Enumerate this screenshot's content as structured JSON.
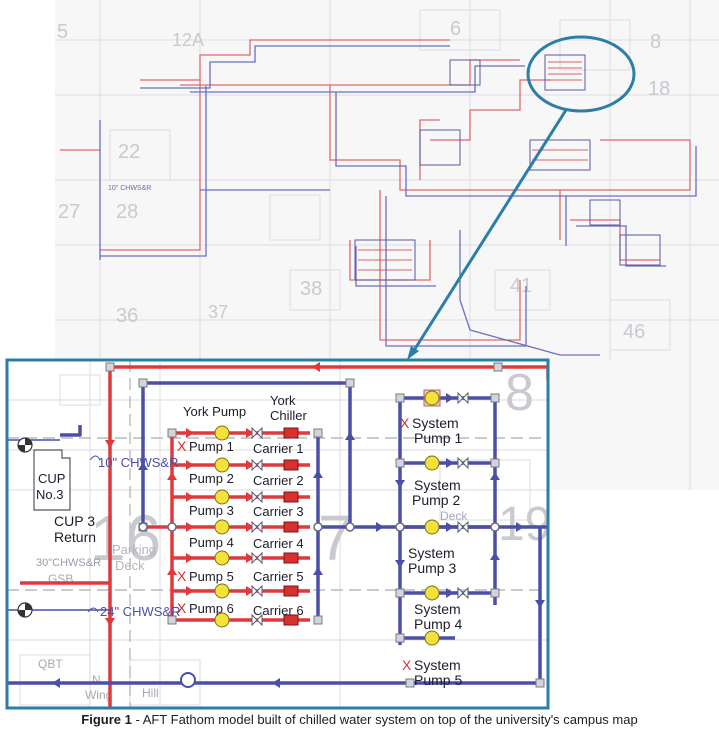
{
  "campus_map": {
    "block_numbers": [
      "5",
      "12A",
      "6",
      "8",
      "18",
      "22",
      "27",
      "28",
      "38",
      "41",
      "36",
      "46",
      "37"
    ],
    "pipe_tag": "10\" CHWS&R"
  },
  "detail": {
    "header_labels": {
      "york_pump": "York Pump",
      "york": "York",
      "chiller": "Chiller"
    },
    "pumps": [
      "Pump 1",
      "Pump 2",
      "Pump 3",
      "Pump 4",
      "Pump 5",
      "Pump 6"
    ],
    "carriers": [
      "Carrier 1",
      "Carrier 2",
      "Carrier 3",
      "Carrier 4",
      "Carrier 5",
      "Carrier 6"
    ],
    "system_pumps": [
      {
        "line1": "System",
        "line2": "Pump 1"
      },
      {
        "line1": "System",
        "line2": "Pump 2"
      },
      {
        "line1": "System",
        "line2": "Pump 3"
      },
      {
        "line1": "System",
        "line2": "Pump 4"
      },
      {
        "line1": "System",
        "line2": "Pump 5"
      }
    ],
    "off_marker": "X",
    "cup_building": {
      "line1": "CUP",
      "line2": "No.3"
    },
    "cup_return": {
      "line1": "CUP 3",
      "line2": "Return"
    },
    "pipe_tags": {
      "chwsr_10": "10\" CHWS&R",
      "chwsr_24": "24\" CHWS&R",
      "chwsr_30": "30\"CHWS&R"
    },
    "map_labels": {
      "parking_deck": {
        "line1": "Parking",
        "line2": "Deck"
      },
      "gsb": "GSB",
      "qbt": "QBT",
      "nw": "N",
      "wing": "Wing",
      "hill": "Hill",
      "deck": "Deck",
      "num16": "16",
      "num7": "7",
      "num8": "8",
      "num19": "19"
    }
  },
  "caption": {
    "label": "Figure 1",
    "text": " - AFT Fathom model built of chilled water system on top of the university's campus map"
  },
  "colors": {
    "supply_red": "#e0393b",
    "return_blue": "#4a4fa8",
    "detail_border": "#2b7ea6",
    "pump_yellow": "#f4e23a"
  }
}
